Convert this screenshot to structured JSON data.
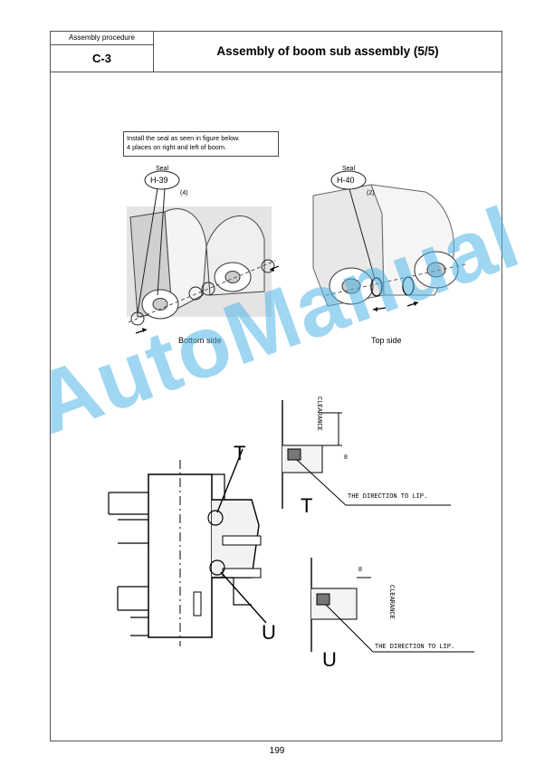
{
  "header": {
    "procedure_label": "Assembly procedure",
    "procedure_code": "C-3",
    "title": "Assembly of boom sub assembly (5/5)"
  },
  "note": {
    "line1": "Install the seal as seen in figure below.",
    "line2": "4 places on right and left of boom."
  },
  "bottom_figure": {
    "seal_label": "Seal",
    "part_code": "H-39",
    "quantity": "(4)",
    "caption": "Bottom side"
  },
  "top_figure": {
    "seal_label": "Seal",
    "part_code": "H-40",
    "quantity": "(2)",
    "caption": "Top side"
  },
  "section_drawing": {
    "marker_t": "T",
    "marker_u": "U"
  },
  "detail_t": {
    "marker": "T",
    "clearance": "CLEARANCE",
    "dimension": "8",
    "direction_note": "THE DIRECTION TO LIP."
  },
  "detail_u": {
    "marker": "U",
    "clearance": "CLEARANCE",
    "dimension": "8",
    "direction_note": "THE DIRECTION TO LIP."
  },
  "watermark": "AutoManual",
  "page_number": "199"
}
